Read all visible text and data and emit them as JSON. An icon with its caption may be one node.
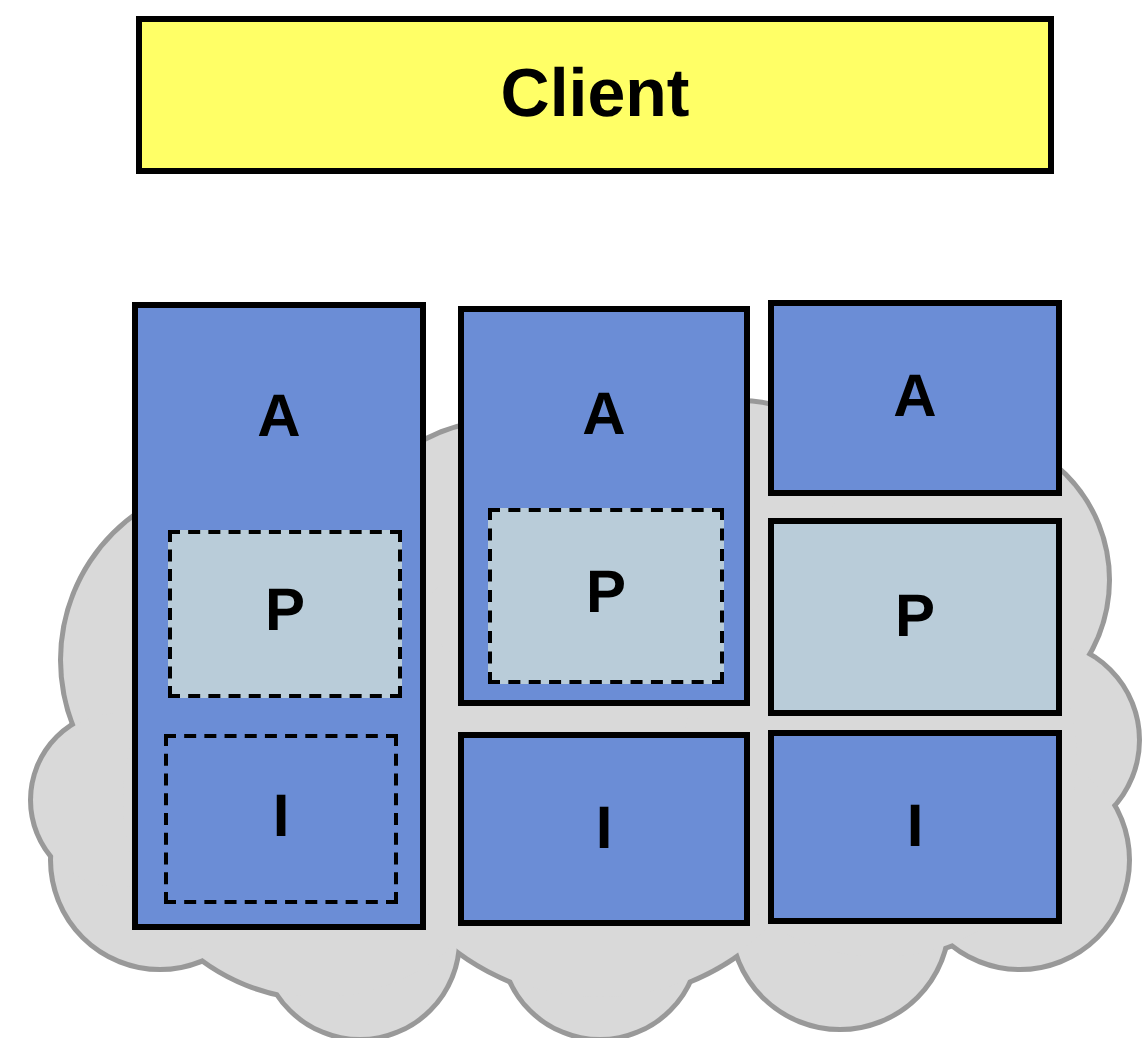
{
  "diagram": {
    "nodes": [
      {
        "text": [
          "Client"
        ]
      },
      {
        "text": [
          "A"
        ]
      },
      {
        "text": [
          "P"
        ],
        "in": 1
      },
      {
        "text": [
          "I"
        ],
        "in": 1
      },
      {
        "text": [
          "A"
        ]
      },
      {
        "text": [
          "P"
        ],
        "in": 4
      },
      {
        "text": [
          "I"
        ]
      },
      {
        "text": [
          "A"
        ]
      },
      {
        "text": [
          "P"
        ]
      },
      {
        "text": [
          "I"
        ]
      }
    ]
  }
}
